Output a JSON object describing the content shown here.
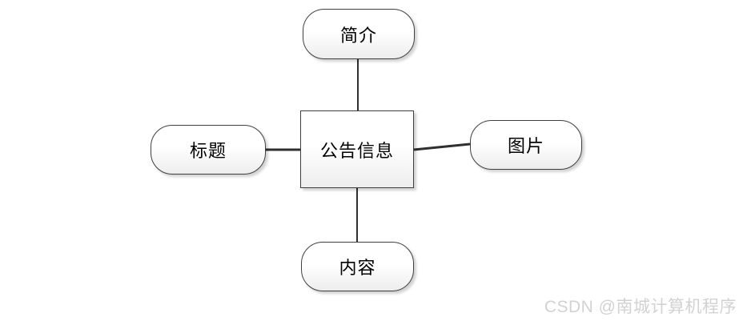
{
  "diagram": {
    "type": "entity-attribute",
    "center": {
      "id": "announcement-info",
      "label": "公告信息",
      "shape": "rectangle"
    },
    "attributes": [
      {
        "id": "intro",
        "label": "简介",
        "position": "top",
        "shape": "stadium"
      },
      {
        "id": "title",
        "label": "标题",
        "position": "left",
        "shape": "stadium"
      },
      {
        "id": "image",
        "label": "图片",
        "position": "right",
        "shape": "stadium"
      },
      {
        "id": "content",
        "label": "内容",
        "position": "bottom",
        "shape": "stadium"
      }
    ],
    "connections": [
      {
        "from": "announcement-info",
        "to": "intro"
      },
      {
        "from": "announcement-info",
        "to": "title"
      },
      {
        "from": "announcement-info",
        "to": "image"
      },
      {
        "from": "announcement-info",
        "to": "content"
      }
    ],
    "colors": {
      "background": "#ffffff",
      "node_border": "#3f3f3f",
      "node_fill_top": "#ffffff",
      "node_fill_bottom": "#ededed",
      "connector": "#2f2f2f",
      "text": "#000000",
      "watermark": "#d2d2d2"
    }
  },
  "watermark": {
    "text": "CSDN @南城计算机程序"
  }
}
